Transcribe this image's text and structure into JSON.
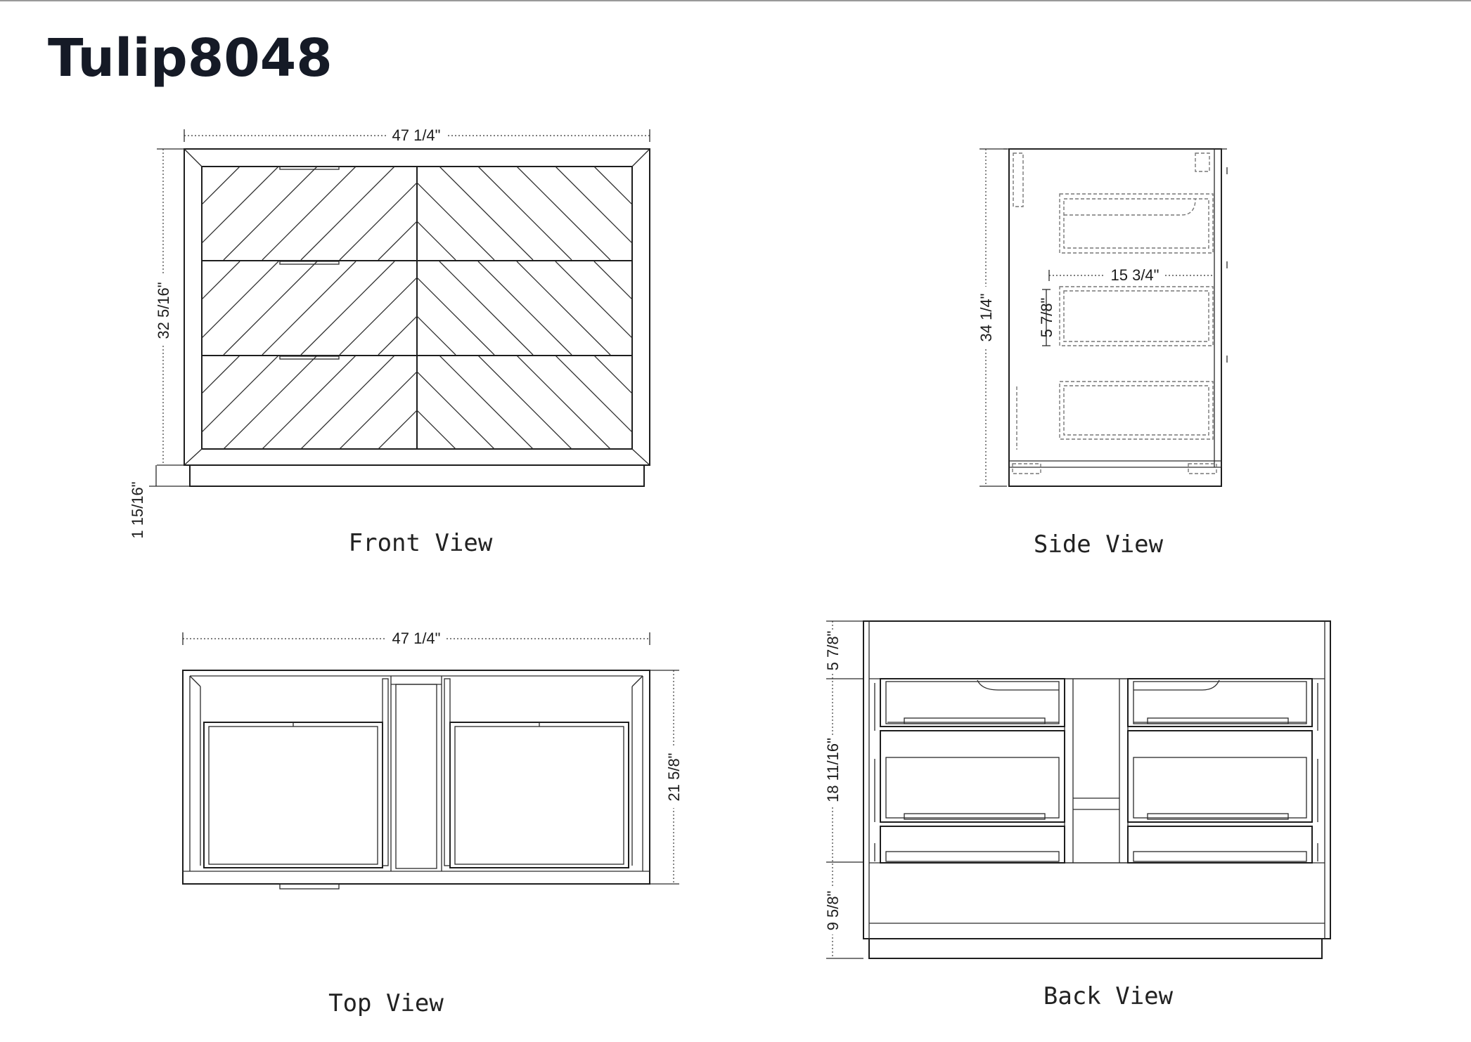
{
  "title": "Tulip8048",
  "views": {
    "front": {
      "caption": "Front View",
      "width_dim": "47 1/4\"",
      "height_dim": "32 5/16\"",
      "base_dim": "1 15/16\""
    },
    "side": {
      "caption": "Side View",
      "height_dim": "34 1/4\"",
      "depth_dim": "15 3/4\"",
      "drawer_dim": "5 7/8\""
    },
    "top": {
      "caption": "Top View",
      "width_dim": "47 1/4\"",
      "depth_dim": "21 5/8\""
    },
    "back": {
      "caption": "Back View",
      "top_dim": "5 7/8\"",
      "middle_dim": "18 11/16\"",
      "bottom_dim": "9 5/8\""
    }
  }
}
